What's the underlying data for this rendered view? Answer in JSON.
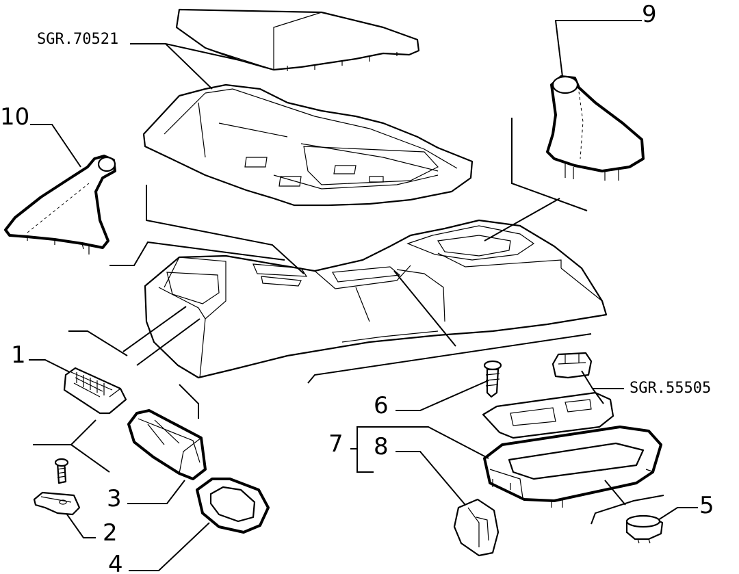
{
  "references": {
    "tunnel_ref": "SGR.70521",
    "switch_ref": "SGR.55505"
  },
  "callouts": [
    {
      "id": "1",
      "text": "1"
    },
    {
      "id": "2",
      "text": "2"
    },
    {
      "id": "3",
      "text": "3"
    },
    {
      "id": "4",
      "text": "4"
    },
    {
      "id": "5",
      "text": "5"
    },
    {
      "id": "6",
      "text": "6"
    },
    {
      "id": "7",
      "text": "7"
    },
    {
      "id": "8",
      "text": "8"
    },
    {
      "id": "9",
      "text": "9"
    },
    {
      "id": "10",
      "text": "10"
    }
  ]
}
